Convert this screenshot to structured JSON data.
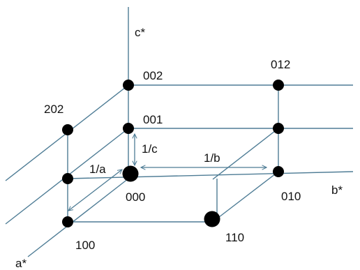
{
  "diagram": {
    "colors": {
      "line": "#4e7c95",
      "point": "#000000",
      "text": "#111111"
    },
    "axes": {
      "c_star": "c*",
      "b_star": "b*",
      "a_star": "a*"
    },
    "points": {
      "p000": "000",
      "p001": "001",
      "p002": "002",
      "p010": "010",
      "p012": "012",
      "p100": "100",
      "p110": "110",
      "p202": "202"
    },
    "spacings": {
      "inv_a": "1/a",
      "inv_b": "1/b",
      "inv_c": "1/c"
    }
  }
}
